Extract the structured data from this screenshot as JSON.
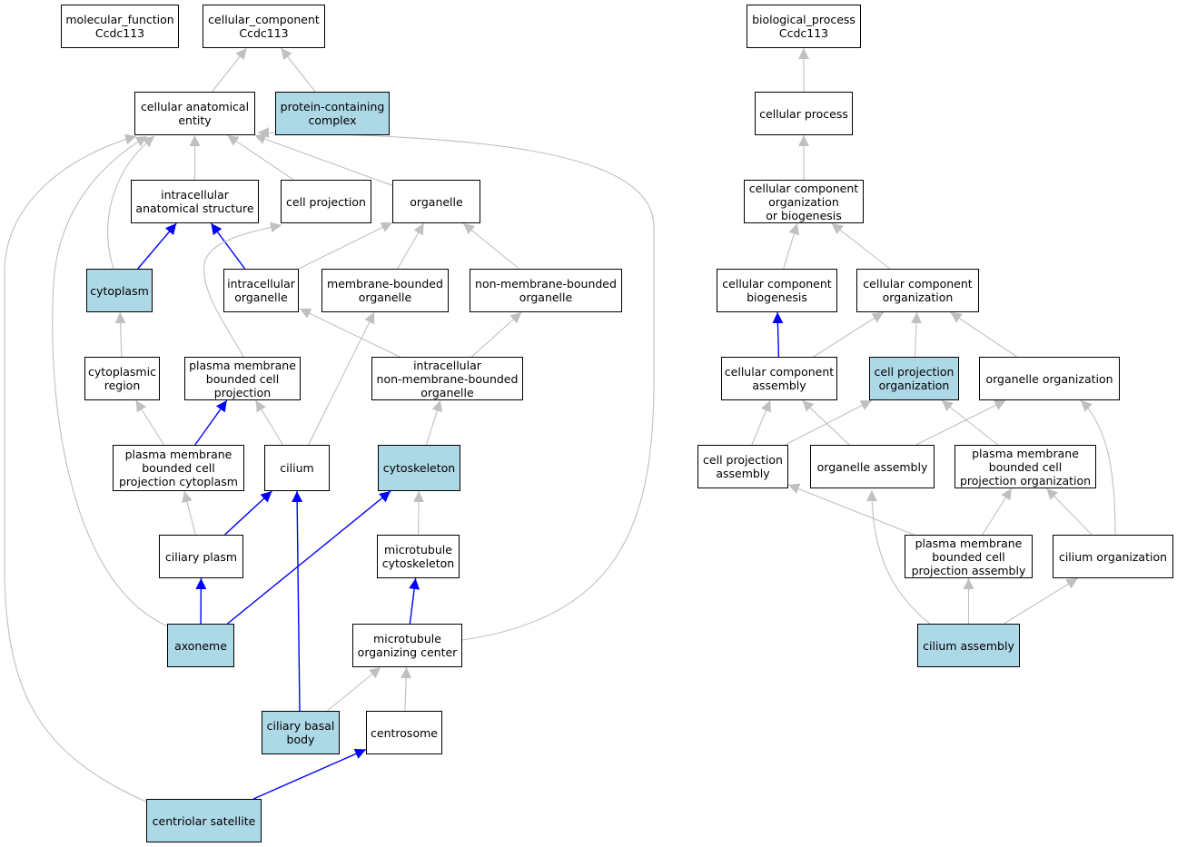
{
  "colors": {
    "highlight_fill": "#add8e6",
    "default_fill": "#ffffff",
    "gray_edge": "#c0c0c0",
    "blue_edge": "#0000ff"
  },
  "nodes": [
    {
      "id": "mf_root",
      "label": "molecular_function\nCcdc113",
      "highlighted": false
    },
    {
      "id": "cc_root",
      "label": "cellular_component\nCcdc113",
      "highlighted": false
    },
    {
      "id": "cae",
      "label": "cellular anatomical\nentity",
      "highlighted": false
    },
    {
      "id": "pcc",
      "label": "protein-containing\ncomplex",
      "highlighted": true
    },
    {
      "id": "ias",
      "label": "intracellular\nanatomical structure",
      "highlighted": false
    },
    {
      "id": "cellproj",
      "label": "cell projection",
      "highlighted": false
    },
    {
      "id": "organelle",
      "label": "organelle",
      "highlighted": false
    },
    {
      "id": "cytoplasm",
      "label": "cytoplasm",
      "highlighted": true
    },
    {
      "id": "intraorg",
      "label": "intracellular\norganelle",
      "highlighted": false
    },
    {
      "id": "mbo",
      "label": "membrane-bounded\norganelle",
      "highlighted": false
    },
    {
      "id": "nmbo",
      "label": "non-membrane-bounded\norganelle",
      "highlighted": false
    },
    {
      "id": "cytreg",
      "label": "cytoplasmic\nregion",
      "highlighted": false
    },
    {
      "id": "pmbcp",
      "label": "plasma membrane\nbounded cell\nprojection",
      "highlighted": false
    },
    {
      "id": "inmbo",
      "label": "intracellular\nnon-membrane-bounded\norganelle",
      "highlighted": false
    },
    {
      "id": "pmbcpc",
      "label": "plasma membrane\nbounded cell\nprojection cytoplasm",
      "highlighted": false
    },
    {
      "id": "cilium",
      "label": "cilium",
      "highlighted": false
    },
    {
      "id": "cytoskeleton",
      "label": "cytoskeleton",
      "highlighted": true
    },
    {
      "id": "ciliaryplasm",
      "label": "ciliary plasm",
      "highlighted": false
    },
    {
      "id": "mtcyto",
      "label": "microtubule\ncytoskeleton",
      "highlighted": false
    },
    {
      "id": "axoneme",
      "label": "axoneme",
      "highlighted": true
    },
    {
      "id": "mtoc",
      "label": "microtubule\norganizing center",
      "highlighted": false
    },
    {
      "id": "cbb",
      "label": "ciliary basal\nbody",
      "highlighted": true
    },
    {
      "id": "centrosome",
      "label": "centrosome",
      "highlighted": false
    },
    {
      "id": "centsat",
      "label": "centriolar satellite",
      "highlighted": true
    },
    {
      "id": "bp_root",
      "label": "biological_process\nCcdc113",
      "highlighted": false
    },
    {
      "id": "cellproc",
      "label": "cellular process",
      "highlighted": false
    },
    {
      "id": "ccob",
      "label": "cellular component\norganization\nor biogenesis",
      "highlighted": false
    },
    {
      "id": "ccb",
      "label": "cellular component\nbiogenesis",
      "highlighted": false
    },
    {
      "id": "cco",
      "label": "cellular component\norganization",
      "highlighted": false
    },
    {
      "id": "cca",
      "label": "cellular component\nassembly",
      "highlighted": false
    },
    {
      "id": "cpo",
      "label": "cell projection\norganization",
      "highlighted": true
    },
    {
      "id": "orgorg",
      "label": "organelle organization",
      "highlighted": false
    },
    {
      "id": "cpa",
      "label": "cell projection\nassembly",
      "highlighted": false
    },
    {
      "id": "orgasm",
      "label": "organelle assembly",
      "highlighted": false
    },
    {
      "id": "pmbcpo",
      "label": "plasma membrane\nbounded cell\nprojection organization",
      "highlighted": false
    },
    {
      "id": "pmbcpa",
      "label": "plasma membrane\nbounded cell\nprojection assembly",
      "highlighted": false
    },
    {
      "id": "ciliumorg",
      "label": "cilium organization",
      "highlighted": false
    },
    {
      "id": "ciliumasm",
      "label": "cilium assembly",
      "highlighted": true
    }
  ],
  "edges": [
    {
      "from": "cae",
      "to": "cc_root",
      "type": "is_a"
    },
    {
      "from": "pcc",
      "to": "cc_root",
      "type": "is_a"
    },
    {
      "from": "ias",
      "to": "cae",
      "type": "is_a"
    },
    {
      "from": "cellproj",
      "to": "cae",
      "type": "is_a"
    },
    {
      "from": "organelle",
      "to": "cae",
      "type": "is_a"
    },
    {
      "from": "cytoplasm",
      "to": "cae",
      "type": "is_a"
    },
    {
      "from": "cytoplasm",
      "to": "ias",
      "type": "part_of"
    },
    {
      "from": "intraorg",
      "to": "ias",
      "type": "part_of"
    },
    {
      "from": "intraorg",
      "to": "organelle",
      "type": "is_a"
    },
    {
      "from": "mbo",
      "to": "organelle",
      "type": "is_a"
    },
    {
      "from": "nmbo",
      "to": "organelle",
      "type": "is_a"
    },
    {
      "from": "cytreg",
      "to": "cytoplasm",
      "type": "is_a"
    },
    {
      "from": "pmbcp",
      "to": "cellproj",
      "type": "is_a"
    },
    {
      "from": "inmbo",
      "to": "intraorg",
      "type": "is_a"
    },
    {
      "from": "inmbo",
      "to": "nmbo",
      "type": "is_a"
    },
    {
      "from": "pmbcpc",
      "to": "cytreg",
      "type": "is_a"
    },
    {
      "from": "pmbcpc",
      "to": "pmbcp",
      "type": "part_of"
    },
    {
      "from": "cilium",
      "to": "pmbcp",
      "type": "is_a"
    },
    {
      "from": "cilium",
      "to": "mbo",
      "type": "is_a"
    },
    {
      "from": "cytoskeleton",
      "to": "inmbo",
      "type": "is_a"
    },
    {
      "from": "ciliaryplasm",
      "to": "pmbcpc",
      "type": "is_a"
    },
    {
      "from": "ciliaryplasm",
      "to": "cilium",
      "type": "part_of"
    },
    {
      "from": "mtcyto",
      "to": "cytoskeleton",
      "type": "is_a"
    },
    {
      "from": "axoneme",
      "to": "ciliaryplasm",
      "type": "part_of"
    },
    {
      "from": "axoneme",
      "to": "cytoskeleton",
      "type": "part_of"
    },
    {
      "from": "axoneme",
      "to": "cae",
      "type": "is_a"
    },
    {
      "from": "mtoc",
      "to": "mtcyto",
      "type": "part_of"
    },
    {
      "from": "mtoc",
      "to": "cae",
      "type": "is_a"
    },
    {
      "from": "cbb",
      "to": "mtoc",
      "type": "is_a"
    },
    {
      "from": "cbb",
      "to": "cilium",
      "type": "part_of"
    },
    {
      "from": "centrosome",
      "to": "mtoc",
      "type": "is_a"
    },
    {
      "from": "centsat",
      "to": "centrosome",
      "type": "part_of"
    },
    {
      "from": "centsat",
      "to": "cae",
      "type": "is_a"
    },
    {
      "from": "cellproc",
      "to": "bp_root",
      "type": "is_a"
    },
    {
      "from": "ccob",
      "to": "cellproc",
      "type": "is_a"
    },
    {
      "from": "ccb",
      "to": "ccob",
      "type": "is_a"
    },
    {
      "from": "cco",
      "to": "ccob",
      "type": "is_a"
    },
    {
      "from": "cca",
      "to": "ccb",
      "type": "part_of"
    },
    {
      "from": "cca",
      "to": "cco",
      "type": "is_a"
    },
    {
      "from": "cpo",
      "to": "cco",
      "type": "is_a"
    },
    {
      "from": "orgorg",
      "to": "cco",
      "type": "is_a"
    },
    {
      "from": "cpa",
      "to": "cca",
      "type": "is_a"
    },
    {
      "from": "cpa",
      "to": "cpo",
      "type": "is_a"
    },
    {
      "from": "orgasm",
      "to": "cca",
      "type": "is_a"
    },
    {
      "from": "orgasm",
      "to": "orgorg",
      "type": "is_a"
    },
    {
      "from": "pmbcpo",
      "to": "cpo",
      "type": "is_a"
    },
    {
      "from": "pmbcpa",
      "to": "cpa",
      "type": "is_a"
    },
    {
      "from": "pmbcpa",
      "to": "pmbcpo",
      "type": "is_a"
    },
    {
      "from": "ciliumorg",
      "to": "orgorg",
      "type": "is_a"
    },
    {
      "from": "ciliumorg",
      "to": "pmbcpo",
      "type": "is_a"
    },
    {
      "from": "ciliumasm",
      "to": "pmbcpa",
      "type": "is_a"
    },
    {
      "from": "ciliumasm",
      "to": "ciliumorg",
      "type": "is_a"
    },
    {
      "from": "ciliumasm",
      "to": "orgasm",
      "type": "is_a"
    }
  ]
}
